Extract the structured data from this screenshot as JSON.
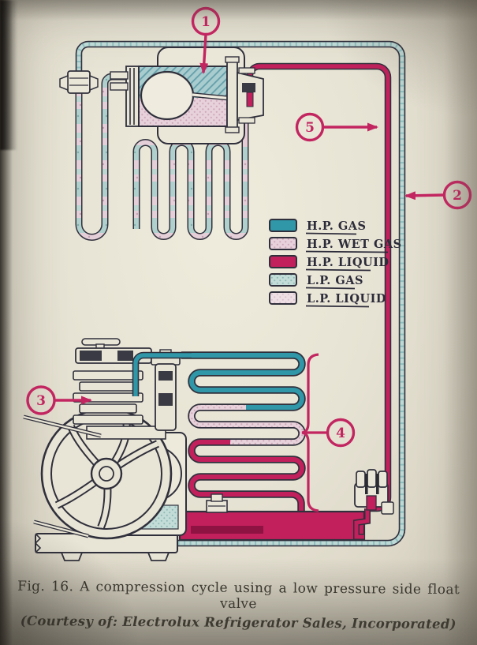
{
  "caption": {
    "line1": "Fig. 16.  A compression cycle using a low pressure side float valve",
    "line2": "(Courtesy of: Electrolux Refrigerator Sales, Incorporated)"
  },
  "legend": {
    "items": [
      {
        "label": "H.P. GAS",
        "style": "solid",
        "color": "#2f97a8"
      },
      {
        "label": "H.P. WET GAS",
        "style": "stipple",
        "color": "#e3ccd7"
      },
      {
        "label": "H.P. LIQUID",
        "style": "solid",
        "color": "#c2205c"
      },
      {
        "label": "L.P. GAS",
        "style": "stipple",
        "color": "#c5dcd8"
      },
      {
        "label": "L.P. LIQUID",
        "style": "stipple",
        "color": "#ead9df"
      }
    ]
  },
  "callouts": [
    {
      "number": "1"
    },
    {
      "number": "2"
    },
    {
      "number": "3"
    },
    {
      "number": "4"
    },
    {
      "number": "5"
    }
  ],
  "colors": {
    "hp_gas": "#2f97a8",
    "hp_wet_gas": "#e3ccd7",
    "hp_liquid": "#c2205c",
    "lp_gas": "#bedad6",
    "lp_liquid": "#ecdce2",
    "callout": "#c22560",
    "line": "#30303c",
    "paper": "#e6e2d3"
  }
}
